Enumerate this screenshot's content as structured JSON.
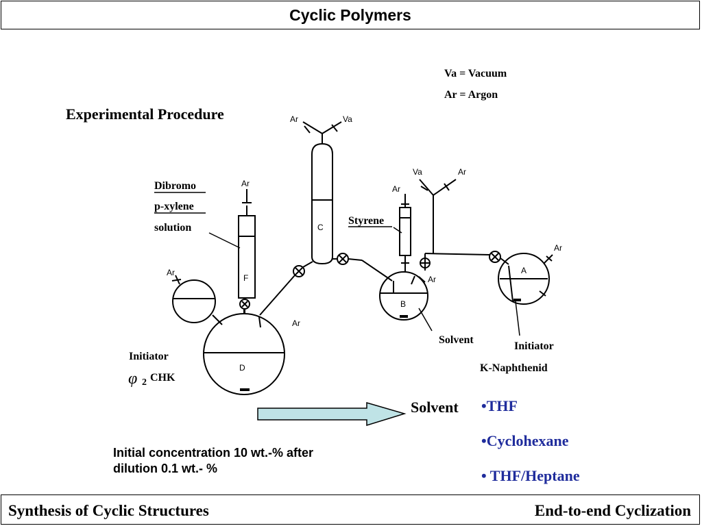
{
  "header": {
    "title": "Cyclic Polymers"
  },
  "footer": {
    "left": "Synthesis of Cyclic Structures",
    "right": "End-to-end Cyclization"
  },
  "diagram": {
    "title": "Experimental Procedure",
    "legend": {
      "va": "Va = Vacuum",
      "ar": "Ar = Argon"
    },
    "labels": {
      "dibromo_1": "Dibromo",
      "dibromo_2": "p-xylene",
      "dibromo_3": "solution",
      "styrene": "Styrene",
      "solvent_b": "Solvent",
      "initiator_a": "Initiator",
      "k_naph": "K-Naphthenid",
      "initiator_d": "Initiator",
      "phi2chk_sub": "2",
      "phi2chk_phi": "φ",
      "phi2chk_rest": "CHK",
      "ar": "Ar",
      "va": "Va",
      "flask_a": "A",
      "flask_b": "B",
      "flask_c": "C",
      "flask_d": "D",
      "flask_f": "F"
    }
  },
  "note": {
    "line1": "Initial concentration 10 wt.-% after",
    "line2": "dilution 0.1 wt.- %"
  },
  "solvent": {
    "label": "Solvent",
    "items": [
      "•THF",
      "•Cyclohexane",
      "• THF/Heptane"
    ]
  },
  "colors": {
    "arrow_fill": "#bfe3e6",
    "list_text": "#1f2c9c"
  }
}
